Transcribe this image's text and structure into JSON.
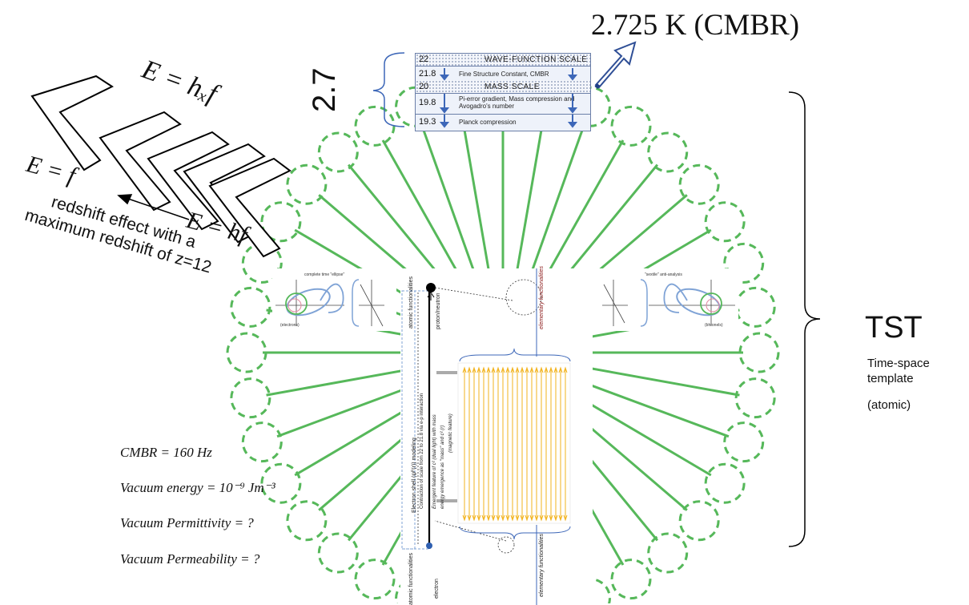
{
  "cmbr_temperature": "2.725 K (CMBR)",
  "energy_labels": {
    "e_hxf": "E = hₓf",
    "e_f": "E = f",
    "e_hf": "E = hf"
  },
  "redshift_note": [
    "redshift effect with a",
    "maximum redshift of z=12"
  ],
  "range_label": "2.7",
  "scale_table": [
    {
      "num": "22",
      "label": "WAVE-FUNCTION SCALE",
      "big": true
    },
    {
      "num": "21.8",
      "label": "Fine Structure Constant, CMBR",
      "big": false
    },
    {
      "num": "20",
      "label": "MASS SCALE",
      "big": true
    },
    {
      "num": "19.8",
      "label": "Pi-error gradient, Mass compression and Avogadro's number",
      "big": false
    },
    {
      "num": "19.3",
      "label": "Planck compression",
      "big": false
    }
  ],
  "tst": {
    "title": "TST",
    "subtitle_line1": "Time-space",
    "subtitle_line2": "template",
    "qualifier": "(atomic)"
  },
  "equations": [
    "CMBR = 160 Hz",
    "Vacuum energy = 10⁻⁹ Jm⁻³",
    "Vacuum Permittivity = ?",
    "Vacuum Permeability = ?"
  ],
  "inset": {
    "left_caption": "complete time \"ellipse\"",
    "right_caption": "\"sextile\" anti-analysis",
    "electron_left": "(electrons)",
    "electron_right": "(bhronels)",
    "proton_neutron": "proton/neutron",
    "electron": "electron",
    "atomic_functionalities": "atomic functionalities",
    "elementary_functionalities": "elementary functionalities",
    "electron_shell": "Electron shell (ψᴾ(r)) modeling",
    "contraction": "Contraction of scale from 22 to 21.8 via e-p interaction",
    "emergent": "Emergent feature of c² (dual light) with mass",
    "energy_emergence": "energy emergence as \"mass\" and c² (r)",
    "magnetic": "(magnetic feature)"
  },
  "colors": {
    "circle_green": "#56b85a",
    "table_border": "#6b7fa8",
    "table_fill": "#eef2fa",
    "arrow_blue": "#3d67b8",
    "yellow_lines": "#f2b31e"
  }
}
